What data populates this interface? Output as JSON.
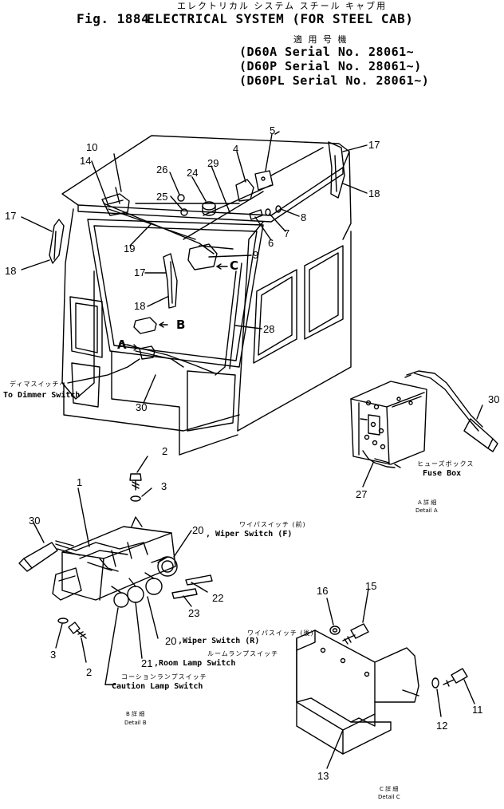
{
  "header": {
    "japanese_title": "エレクトリカル システム スチール キャブ用",
    "fig": "Fig. 1884",
    "title": "ELECTRICAL SYSTEM (FOR STEEL CAB)",
    "applicability_jp": "適 用 号 機",
    "serials": [
      "(D60A  Serial No. 28061~",
      "(D60P  Serial No. 28061~)",
      "(D60PL Serial No. 28061~)"
    ]
  },
  "part_numbers": {
    "p10": "10",
    "p14": "14",
    "p4": "4",
    "p5": "5",
    "p17_right": "17",
    "p18_right": "18",
    "p26": "26",
    "p24": "24",
    "p29": "29",
    "p25": "25",
    "p8": "8",
    "p7": "7",
    "p6": "6",
    "p17_left": "17",
    "p18_left": "18",
    "p19": "19",
    "p9": "9",
    "p17_mid": "17",
    "p18_mid": "18",
    "p28": "28",
    "p30_main": "30",
    "p30_fuse": "30",
    "p27": "27",
    "p2_top": "2",
    "p3_top": "3",
    "p1": "1",
    "p30_b": "30",
    "p20_f": "20",
    "p22": "22",
    "p23": "23",
    "p20_r": "20",
    "p21": "21",
    "p3_bottom": "3",
    "p2_bottom": "2",
    "p16": "16",
    "p15": "15",
    "p11": "11",
    "p12": "12",
    "p13": "13"
  },
  "view_markers": {
    "a": "A",
    "b": "B",
    "c": "C"
  },
  "labels": {
    "dimmer_jp": "ディマスイッチへ",
    "dimmer_en": "To Dimmer Switch",
    "fuse_box_jp": "ヒューズボックス",
    "fuse_box_en": "Fuse Box",
    "detail_a_jp": "A 詳 細",
    "detail_a_en": "Detail A",
    "wiper_f_jp": "ワイパスイッチ (前)",
    "wiper_f_en": ", Wiper Switch (F)",
    "wiper_r_jp": "ワイパスイッチ (後)",
    "wiper_r_en": ",Wiper Switch (R)",
    "room_lamp_jp": "ルームランプスイッチ",
    "room_lamp_en": ",Room Lamp Switch",
    "caution_jp": "コーションランプスイッチ",
    "caution_en": "Caution Lamp Switch",
    "detail_b_jp": "B 詳 細",
    "detail_b_en": "Detail B",
    "detail_c_jp": "C 詳 細",
    "detail_c_en": "Detail C"
  }
}
